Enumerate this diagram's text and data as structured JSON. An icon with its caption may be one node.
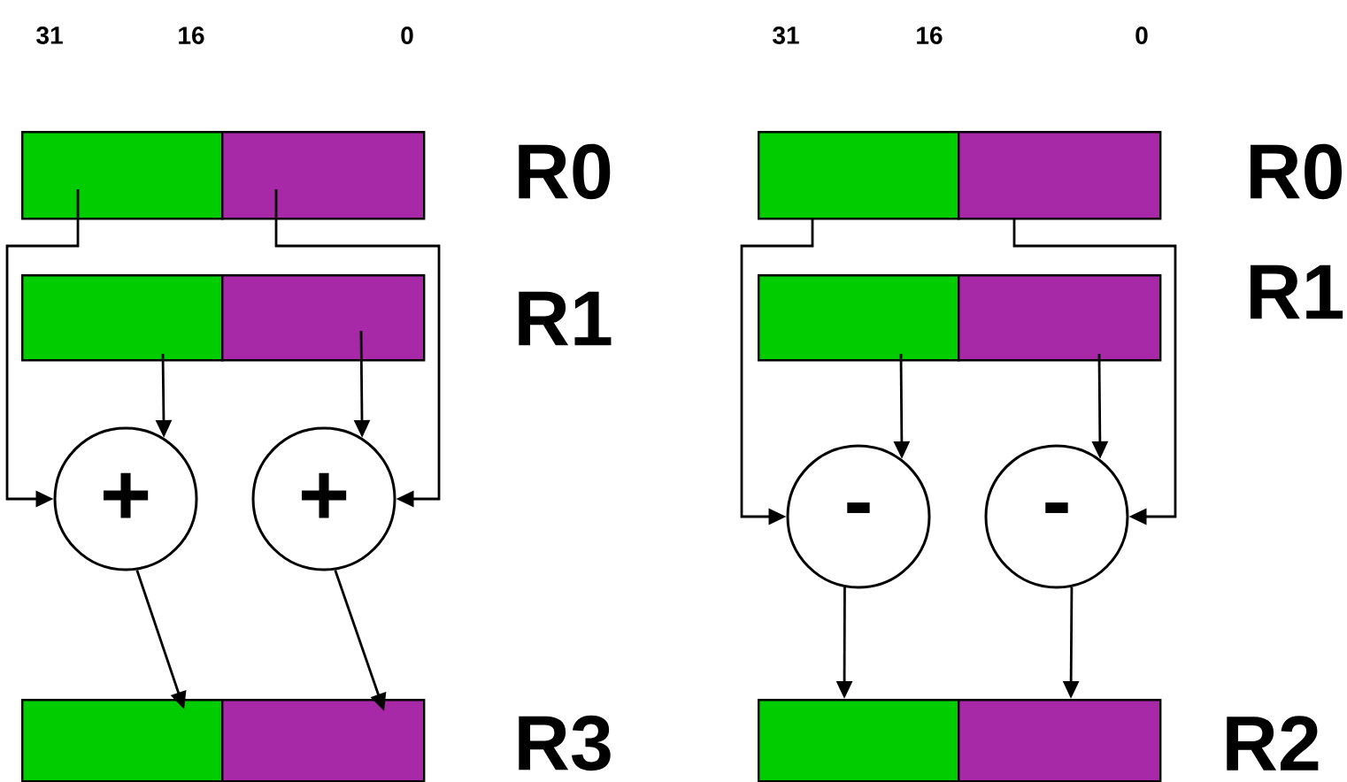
{
  "diagram": {
    "nodes": [
      {
        "text": [],
        "shape": "box"
      },
      {
        "text": [],
        "shape": "box"
      },
      {
        "text": [],
        "shape": "box"
      },
      {
        "text": [],
        "shape": "box"
      },
      {
        "text": [
          "+"
        ]
      },
      {
        "text": [
          "+"
        ]
      },
      {
        "text": [],
        "shape": "box"
      },
      {
        "text": [],
        "shape": "box"
      },
      {
        "text": [],
        "shape": "box"
      },
      {
        "text": [],
        "shape": "box"
      },
      {
        "text": [],
        "shape": "box"
      },
      {
        "text": [],
        "shape": "box"
      },
      {
        "text": [
          "-"
        ]
      },
      {
        "text": [
          "-"
        ]
      },
      {
        "text": [],
        "shape": "box"
      },
      {
        "text": [],
        "shape": "box"
      }
    ],
    "edges": [
      {
        "from": 0,
        "to": 4,
        "arrow": "to"
      },
      {
        "from": 2,
        "to": 4,
        "arrow": "to"
      },
      {
        "from": 1,
        "to": 5,
        "arrow": "to"
      },
      {
        "from": 3,
        "to": 5,
        "arrow": "to"
      },
      {
        "from": 4,
        "to": 6,
        "arrow": "to"
      },
      {
        "from": 5,
        "to": 7,
        "arrow": "to"
      },
      {
        "from": 8,
        "to": 12,
        "arrow": "to"
      },
      {
        "from": 10,
        "to": 12,
        "arrow": "to"
      },
      {
        "from": 9,
        "to": 13,
        "arrow": "to"
      },
      {
        "from": 11,
        "to": 13,
        "arrow": "to"
      },
      {
        "from": 12,
        "to": 14,
        "arrow": "to"
      },
      {
        "from": 13,
        "to": 15,
        "arrow": "to"
      }
    ],
    "labels": [
      "31",
      "16",
      "0",
      "31",
      "16",
      "0",
      "R0",
      "R0",
      "R1",
      "R1",
      "R3",
      "R2"
    ]
  }
}
